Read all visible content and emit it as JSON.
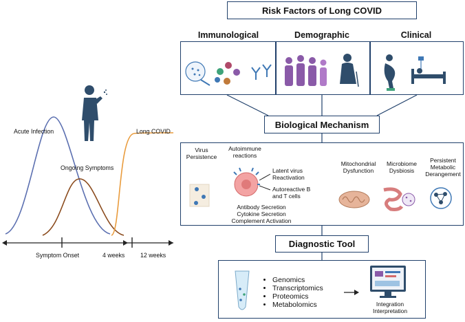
{
  "timeline": {
    "labels": {
      "acute": "Acute Infection",
      "ongoing": "Ongoing Symptoms",
      "long": "Long COVID",
      "onset": "Symptom Onset",
      "four_weeks": "4 weeks",
      "twelve_weeks": "12 weeks"
    },
    "colors": {
      "acute": "#5b6fb0",
      "ongoing": "#8a4a1c",
      "long": "#e99b3c",
      "axis": "#222222"
    }
  },
  "risk": {
    "title": "Risk Factors of Long COVID",
    "categories": [
      "Immunological",
      "Demographic",
      "Clinical"
    ]
  },
  "mechanism": {
    "title": "Biological Mechanism",
    "virus_persistence": "Virus\nPersistence",
    "autoimmune": "Autoimmune\nreactions",
    "latent": "Latent virus\nReactivation",
    "autoreactive": "Autoreactive B\nand T cells",
    "secretions": "Antibody Secretion\nCytokine Secretion\nComplement Activation",
    "mito": "Mitochondrial\nDysfunction",
    "microbiome": "Microbiome\nDysbiosis",
    "metabolic": "Persistent\nMetabolic\nDerangement"
  },
  "diagnostic": {
    "title": "Diagnostic Tool",
    "omics": [
      "Genomics",
      "Transcriptomics",
      "Proteomics",
      "Metabolomics"
    ],
    "integration": "Integration\nInterpretation"
  },
  "colors": {
    "border": "#1f3f6a",
    "icon_blue": "#3f78b5",
    "icon_purple": "#8a5aa8",
    "icon_dark": "#2f4d6b"
  }
}
